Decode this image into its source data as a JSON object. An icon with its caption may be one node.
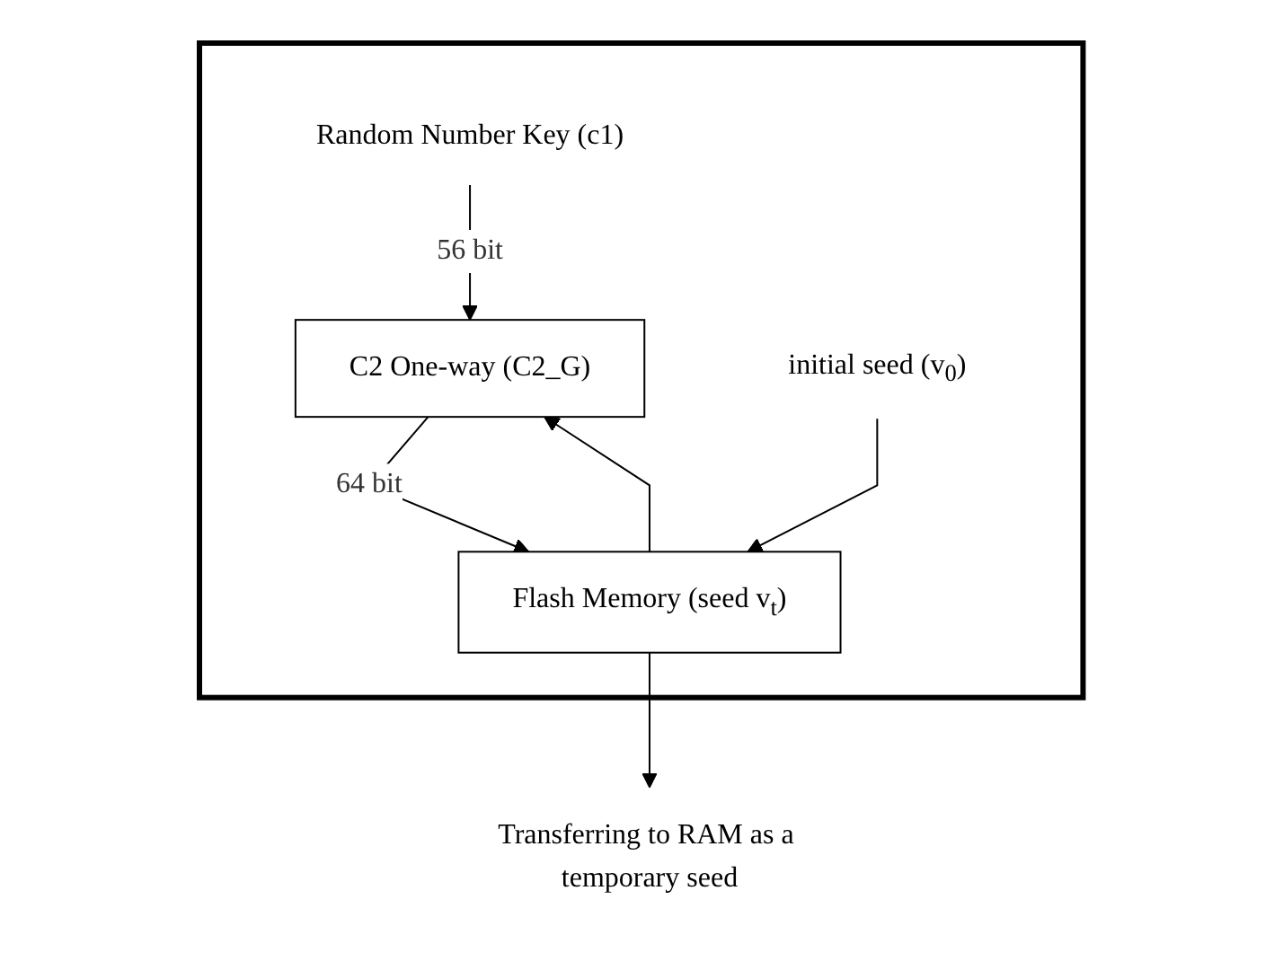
{
  "diagram": {
    "nodes": [
      {
        "text": [],
        "shape": "box"
      },
      {
        "text": [
          "Random Number Key (c1)"
        ],
        "in": 0
      },
      {
        "text": [
          "C2 One-way (C2_G)"
        ],
        "in": 0
      },
      {
        "text": [
          "Flash Memory (seed v$_{t}$)"
        ],
        "in": 0
      },
      {
        "text": [
          "initial seed (v$_{0}$)"
        ],
        "in": 0
      },
      {
        "text": [
          "Transferring to RAM as a temporary seed"
        ]
      }
    ],
    "edges": [
      {
        "from": 1,
        "to": 2,
        "arrow": "to",
        "label": "56 bit"
      },
      {
        "from": 2,
        "to": 3,
        "arrow": "to",
        "label": "64 bit"
      },
      {
        "from": 4,
        "to": 3,
        "arrow": "to"
      },
      {
        "from": 3,
        "to": 2,
        "arrow": "to"
      },
      {
        "from": 3,
        "to": 5,
        "arrow": "to"
      }
    ]
  }
}
